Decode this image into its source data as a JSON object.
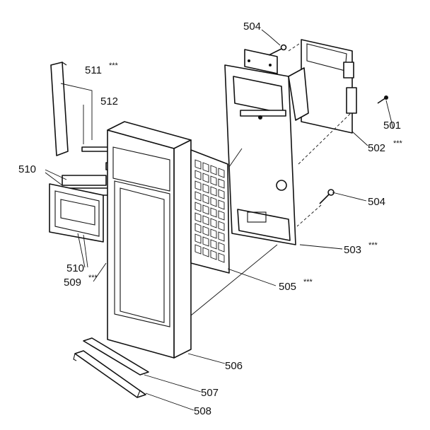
{
  "callouts": [
    {
      "id": "501",
      "mark": ""
    },
    {
      "id": "502",
      "mark": "***"
    },
    {
      "id": "503",
      "mark": "***"
    },
    {
      "id": "504",
      "mark": ""
    },
    {
      "id": "504",
      "mark": ""
    },
    {
      "id": "505",
      "mark": "***"
    },
    {
      "id": "506",
      "mark": ""
    },
    {
      "id": "507",
      "mark": ""
    },
    {
      "id": "508",
      "mark": ""
    },
    {
      "id": "509",
      "mark": "***"
    },
    {
      "id": "510",
      "mark": ""
    },
    {
      "id": "510",
      "mark": ""
    },
    {
      "id": "511",
      "mark": "***"
    },
    {
      "id": "512",
      "mark": ""
    }
  ],
  "colors": {
    "line": "#111111",
    "paper": "#ffffff"
  }
}
